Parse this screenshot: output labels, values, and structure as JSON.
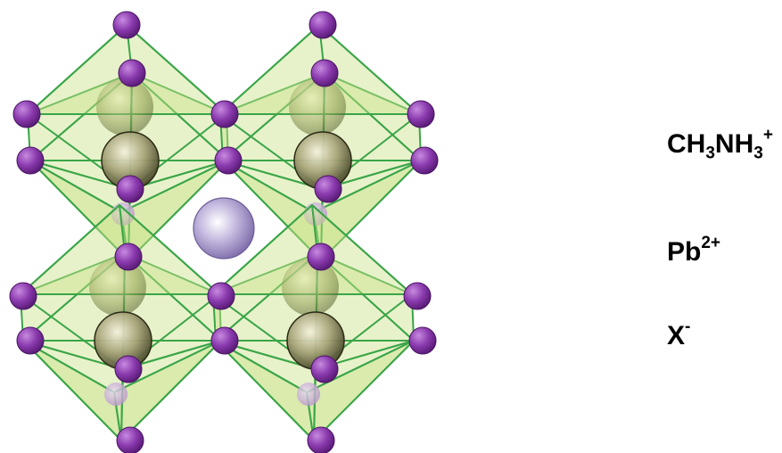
{
  "colors": {
    "background": "#ffffff",
    "octahedron_fill": "#c9e28a",
    "octahedron_edge": "#3aa548",
    "cation": "#a08fc4",
    "lead": "#4f4f2c",
    "halide": "#7a2f9a"
  },
  "legend": {
    "cation": {
      "base": "CH",
      "sub1": "3",
      "mid": "NH",
      "sub2": "3",
      "sup": "+"
    },
    "lead": {
      "base": "Pb",
      "sup": "2+"
    },
    "halide": {
      "base": "X",
      "sup": "-"
    }
  }
}
